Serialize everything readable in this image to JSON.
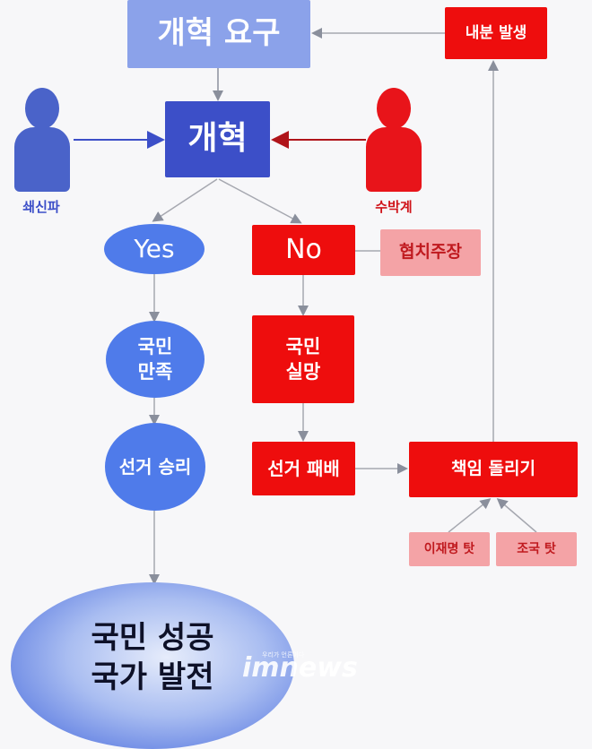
{
  "nodes": {
    "reform_demand": "개혁 요구",
    "reform": "개혁",
    "yes": "Yes",
    "no": "No",
    "cooperation_claim": "협치주장",
    "people_satisfied": "국민\n만족",
    "people_disappointed": "국민\n실망",
    "election_win": "선거 승리",
    "election_loss": "선거 패배",
    "blame_shifting": "책임 돌리기",
    "internal_conflict": "내분 발생",
    "blame_lee": "이재명 탓",
    "blame_cho": "조국 탓",
    "success": "국민 성공\n국가 발전"
  },
  "actors": {
    "reformists": "쇄신파",
    "status_quo": "수박계"
  },
  "watermark": {
    "brand": "imnews",
    "tagline": "우리가 언론이다"
  },
  "colors": {
    "light_blue": "#8ba2ea",
    "dark_blue": "#3c4fc8",
    "mid_blue": "#4f7bea",
    "red": "#ee0d0d",
    "pink": "#f4a3a6",
    "pink_text": "#c01a1f",
    "person_blue": "#4a63c9",
    "person_red": "#e8141a"
  }
}
